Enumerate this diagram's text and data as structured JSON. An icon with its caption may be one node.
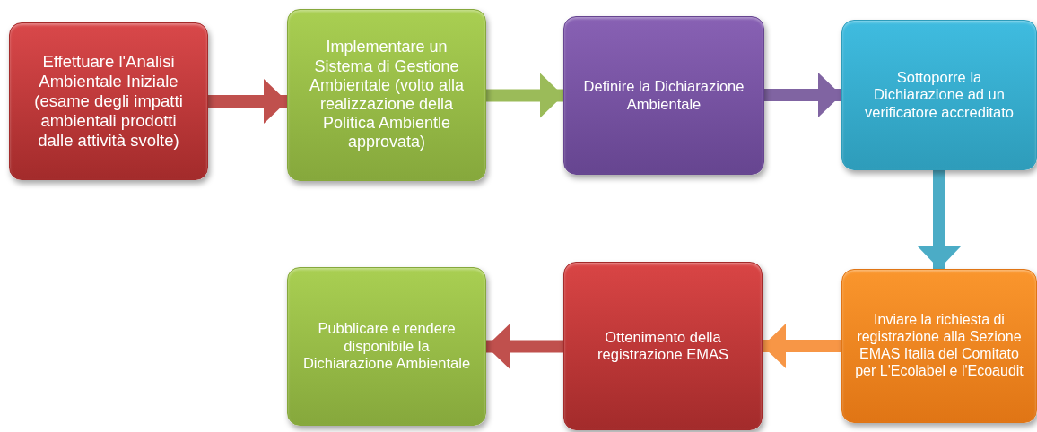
{
  "diagram": {
    "nodes": [
      {
        "text": [
          "Effettuare l'Analisi Ambientale Iniziale (esame degli impatti ambientali prodotti dalle attività svolte)"
        ]
      },
      {
        "text": [
          "Implementare un Sistema di Gestione Ambientale (volto alla realizzazione della Politica Ambientle approvata)"
        ]
      },
      {
        "text": [
          "Definire la Dichiarazione Ambientale"
        ]
      },
      {
        "text": [
          "Sottoporre la Dichiarazione ad un verificatore accreditato"
        ]
      },
      {
        "text": [
          "Inviare la richiesta di registrazione alla Sezione EMAS Italia del Comitato per L'Ecolabel e l'Ecoaudit"
        ]
      },
      {
        "text": [
          "Ottenimento della registrazione EMAS"
        ]
      },
      {
        "text": [
          "Pubblicare e rendere disponibile la Dichiarazione Ambientale"
        ]
      }
    ],
    "edges": [
      {
        "from": 0,
        "to": 1,
        "arrow": "to",
        "color": "#c0504d"
      },
      {
        "from": 1,
        "to": 2,
        "arrow": "to",
        "color": "#9bbb59"
      },
      {
        "from": 2,
        "to": 3,
        "arrow": "to",
        "color": "#8064a2"
      },
      {
        "from": 3,
        "to": 4,
        "arrow": "to",
        "color": "#4bacc6"
      },
      {
        "from": 4,
        "to": 5,
        "arrow": "to",
        "color": "#f79646"
      },
      {
        "from": 5,
        "to": 6,
        "arrow": "to",
        "color": "#c0504d"
      }
    ]
  }
}
